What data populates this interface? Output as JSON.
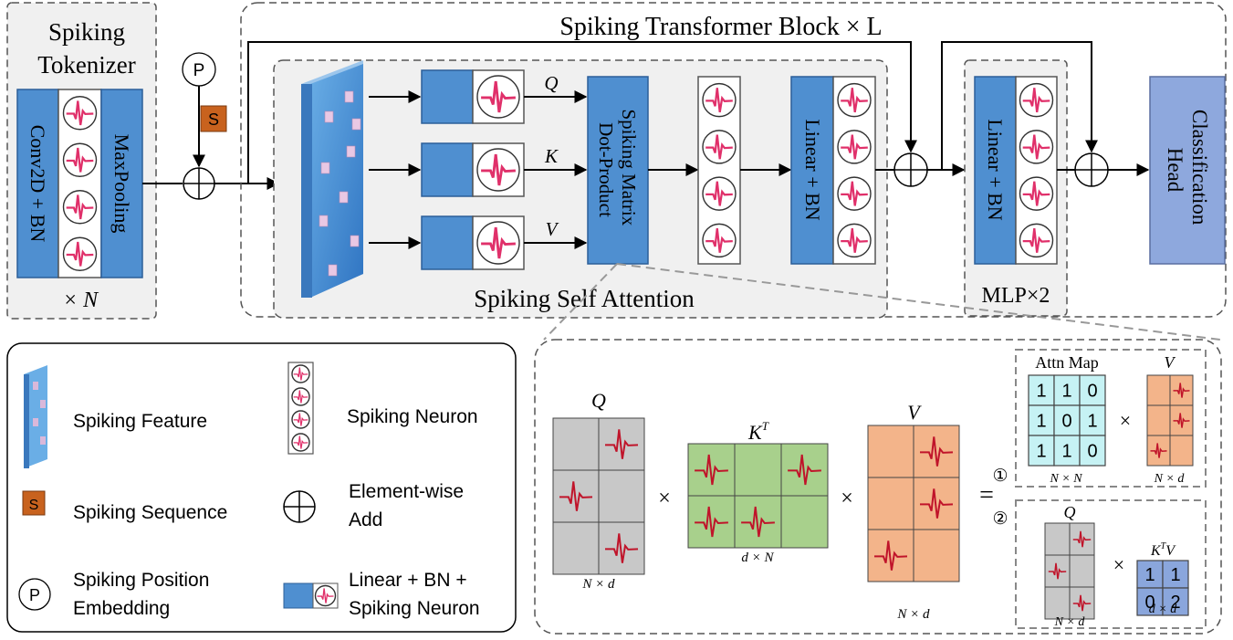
{
  "colors": {
    "block_blue": "#4f8fd0",
    "block_blue_dark": "#2f6fb5",
    "spike": "#e0306a",
    "spike_dark": "#c0142a",
    "spike_seq": "#c8621e",
    "grey_cell": "#c8c8c8",
    "green_cell": "#a8d08c",
    "orange_cell": "#f3b48a",
    "cyan_cell": "#c6f2f4",
    "periwinkle_cell": "#8aa6dc",
    "head": "#8ea8dd",
    "panel_bg": "#f0f0f0"
  },
  "tokenizer": {
    "title_line1": "Spiking",
    "title_line2": "Tokenizer",
    "conv_label": "Conv2D + BN",
    "pool_label": "MaxPooling",
    "repeat": "× N"
  },
  "pe_symbol": "P",
  "seq_symbol": "S",
  "transformer_title": "Spiking Transformer Block × L",
  "ssa": {
    "title": "Spiking Self Attention",
    "q": "Q",
    "k": "K",
    "v": "V",
    "matmul_label": "Spiking Matrix Dot-Product",
    "linear_label": "Linear + BN"
  },
  "mlp": {
    "linear_label": "Linear + BN",
    "title": "MLP×2"
  },
  "head_label": "Classification Head",
  "legend": {
    "spiking_feature": "Spiking Feature",
    "spiking_neuron": "Spiking Neuron",
    "spiking_sequence": "Spiking Sequence",
    "element_add_line1": "Element-wise",
    "element_add_line2": "Add",
    "pe_line1": "Spiking Position",
    "pe_line2": "Embedding",
    "linear_line1": "Linear + BN +",
    "linear_line2": "Spiking Neuron"
  },
  "detail": {
    "q_label": "Q",
    "kt_label": "K",
    "kt_sup": "T",
    "v_label": "V",
    "q_dim": "N × d",
    "kt_dim": "d × N",
    "v_dim": "N × d",
    "times": "×",
    "equals": "=",
    "opt1_marker": "①",
    "opt2_marker": "②",
    "attn_map_label": "Attn Map",
    "attn_map": [
      [
        "1",
        "1",
        "0"
      ],
      [
        "1",
        "0",
        "1"
      ],
      [
        "1",
        "1",
        "0"
      ]
    ],
    "attn_dim": "N × N",
    "v_small_label": "V",
    "v_small_dim": "N × d",
    "q_small_label": "Q",
    "q_small_dim": "N × d",
    "ktv_label": "K",
    "ktv_sup": "T",
    "ktv_suffix": "V",
    "ktv": [
      [
        "1",
        "1"
      ],
      [
        "0",
        "2"
      ]
    ],
    "ktv_dim": "d × d"
  }
}
